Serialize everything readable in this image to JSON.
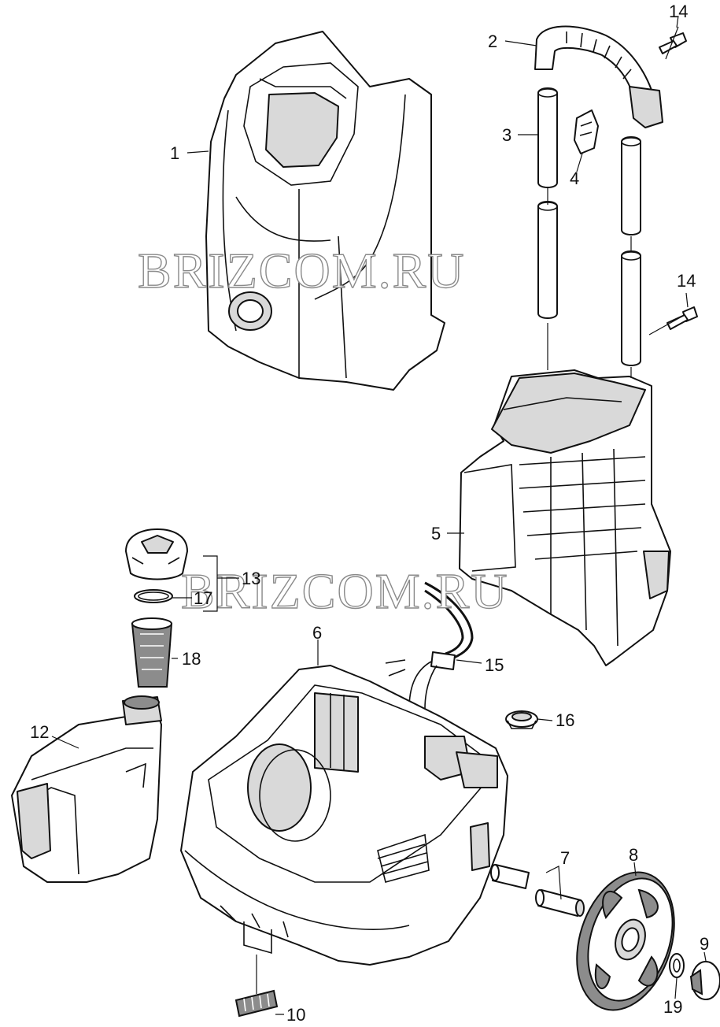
{
  "watermarks": [
    "BRIZCOM.RU",
    "BRIZCOM.RU"
  ],
  "parts": [
    {
      "id": "part-1",
      "number": "1",
      "depicts": "hood-cover"
    },
    {
      "id": "part-2",
      "number": "2",
      "depicts": "handle-grip"
    },
    {
      "id": "part-3",
      "number": "3",
      "depicts": "handle-tube"
    },
    {
      "id": "part-4",
      "number": "4",
      "depicts": "clip"
    },
    {
      "id": "part-5",
      "number": "5",
      "depicts": "rear-housing"
    },
    {
      "id": "part-6",
      "number": "6",
      "depicts": "base-chassis"
    },
    {
      "id": "part-7",
      "number": "7",
      "depicts": "axle"
    },
    {
      "id": "part-8",
      "number": "8",
      "depicts": "wheel"
    },
    {
      "id": "part-9",
      "number": "9",
      "depicts": "hub-cap"
    },
    {
      "id": "part-10",
      "number": "10",
      "depicts": "foot-brush"
    },
    {
      "id": "part-12",
      "number": "12",
      "depicts": "detergent-tank"
    },
    {
      "id": "part-13",
      "number": "13",
      "depicts": "tank-cap"
    },
    {
      "id": "part-14a",
      "number": "14",
      "depicts": "screw"
    },
    {
      "id": "part-14b",
      "number": "14",
      "depicts": "screw"
    },
    {
      "id": "part-15",
      "number": "15",
      "depicts": "hose"
    },
    {
      "id": "part-16",
      "number": "16",
      "depicts": "grommet"
    },
    {
      "id": "part-17",
      "number": "17",
      "depicts": "o-ring"
    },
    {
      "id": "part-18",
      "number": "18",
      "depicts": "filter"
    },
    {
      "id": "part-19",
      "number": "19",
      "depicts": "washer"
    }
  ]
}
